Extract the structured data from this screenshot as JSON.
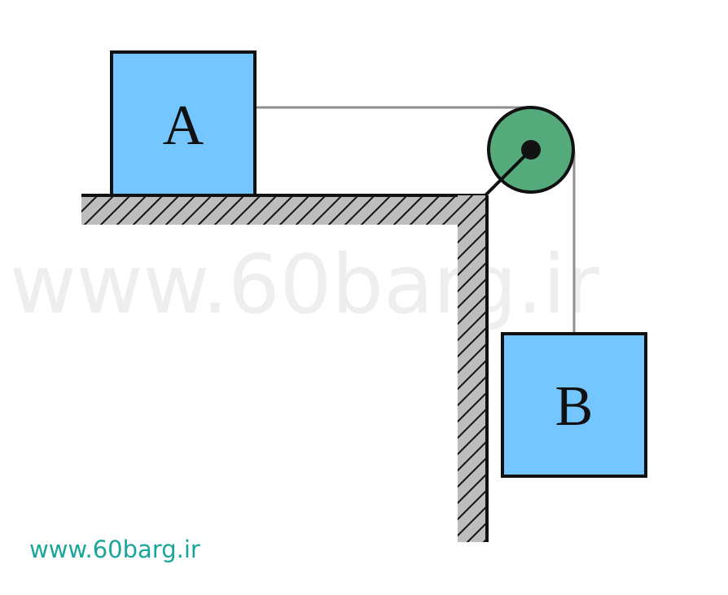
{
  "watermark": {
    "text": "www.60barg.ir"
  },
  "blocks": {
    "a": {
      "label": "A"
    },
    "b": {
      "label": "B"
    }
  },
  "footer": {
    "site_url": "www.60barg.ir"
  },
  "colors": {
    "block_fill": "#73c6ff",
    "pulley_fill": "#55aa7b",
    "string": "#8f8f8f",
    "surface_hatch_fill": "#bdbdbd",
    "outline": "#111111",
    "site_text": "#1aa59a",
    "watermark": "#eeeeee"
  }
}
